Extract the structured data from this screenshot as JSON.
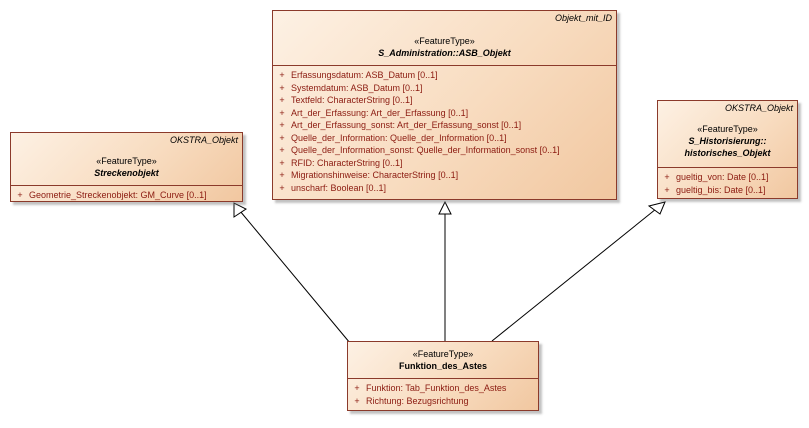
{
  "classes": {
    "asb_objekt": {
      "tag": "Objekt_mit_ID",
      "stereotype": "«FeatureType»",
      "name": "S_Administration::ASB_Objekt",
      "attributes": [
        {
          "vis": "+",
          "text": "Erfassungsdatum: ASB_Datum [0..1]"
        },
        {
          "vis": "+",
          "text": "Systemdatum: ASB_Datum [0..1]"
        },
        {
          "vis": "+",
          "text": "Textfeld: CharacterString [0..1]"
        },
        {
          "vis": "+",
          "text": "Art_der_Erfassung: Art_der_Erfassung [0..1]"
        },
        {
          "vis": "+",
          "text": "Art_der_Erfassung_sonst: Art_der_Erfassung_sonst [0..1]"
        },
        {
          "vis": "+",
          "text": "Quelle_der_Information: Quelle_der_Information [0..1]"
        },
        {
          "vis": "+",
          "text": "Quelle_der_Information_sonst: Quelle_der_Information_sonst [0..1]"
        },
        {
          "vis": "+",
          "text": "RFID: CharacterString [0..1]"
        },
        {
          "vis": "+",
          "text": "Migrationshinweise: CharacterString [0..1]"
        },
        {
          "vis": "+",
          "text": "unscharf: Boolean [0..1]"
        }
      ]
    },
    "streckenobjekt": {
      "tag": "OKSTRA_Objekt",
      "stereotype": "«FeatureType»",
      "name": "Streckenobjekt",
      "attributes": [
        {
          "vis": "+",
          "text": "Geometrie_Streckenobjekt: GM_Curve [0..1]"
        }
      ]
    },
    "historisches_objekt": {
      "tag": "OKSTRA_Objekt",
      "stereotype": "«FeatureType»",
      "name_line1": "S_Historisierung::",
      "name_line2": "historisches_Objekt",
      "attributes": [
        {
          "vis": "+",
          "text": "gueltig_von: Date [0..1]"
        },
        {
          "vis": "+",
          "text": "gueltig_bis: Date [0..1]"
        }
      ]
    },
    "funktion_des_astes": {
      "stereotype": "«FeatureType»",
      "name": "Funktion_des_Astes",
      "attributes": [
        {
          "vis": "+",
          "text": "Funktion: Tab_Funktion_des_Astes"
        },
        {
          "vis": "+",
          "text": "Richtung: Bezugsrichtung"
        }
      ]
    }
  },
  "relations": [
    {
      "type": "generalization",
      "from": "funktion_des_astes",
      "to": "streckenobjekt"
    },
    {
      "type": "generalization",
      "from": "funktion_des_astes",
      "to": "asb_objekt"
    },
    {
      "type": "generalization",
      "from": "funktion_des_astes",
      "to": "historisches_objekt"
    }
  ],
  "colors": {
    "border": "#8b3a2b",
    "attribute_text": "#8b1a10",
    "fill_light": "#fdf1e4",
    "fill_dark": "#f1c7a0"
  }
}
